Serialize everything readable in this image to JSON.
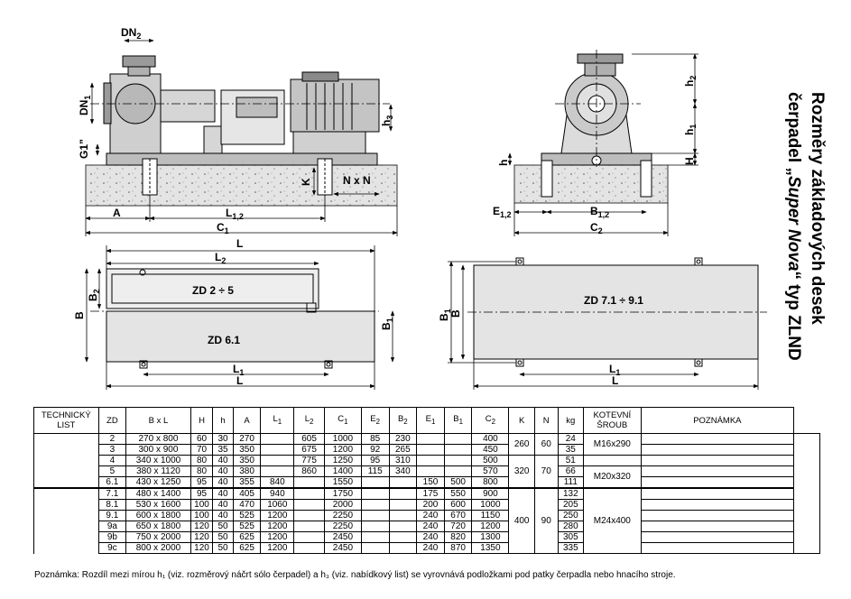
{
  "title": {
    "line1": "Rozměry základových desek",
    "line2_pre": "čerpadel „",
    "line2_italic": "Super Nova",
    "line2_post": "“ typ ZLND"
  },
  "drawing_labels": {
    "dn2": "DN",
    "dn2_sub": "2",
    "dn1": "DN",
    "dn1_sub": "1",
    "g1": "G1”",
    "h3": "h",
    "h3_sub": "3",
    "k": "K",
    "nxn": "N x N",
    "a": "A",
    "l12": "L",
    "l12_sub": "1,2",
    "c1": "C",
    "c1_sub": "1",
    "h2": "h",
    "h2_sub": "2",
    "h1": "h",
    "h1_sub": "1",
    "H": "H",
    "h": "h",
    "e12": "E",
    "e12_sub": "1,2",
    "b12": "B",
    "b12_sub": "1,2",
    "c2": "C",
    "c2_sub": "2",
    "L": "L",
    "L2": "L",
    "L2_sub": "2",
    "B2": "B",
    "B2_sub": "2",
    "B": "B",
    "B1": "B",
    "B1_sub": "1",
    "L1": "L",
    "L1_sub": "1",
    "zd25": "ZD 2 ÷ 5",
    "zd61": "ZD 6.1",
    "zd71": "ZD 7.1 ÷ 9.1"
  },
  "table": {
    "headers": {
      "technicky_list_1": "TECHNICKÝ",
      "technicky_list_2": "LIST",
      "zd": "ZD",
      "bxl": "B x L",
      "H": "H",
      "h": "h",
      "A": "A",
      "L1": "L",
      "L1_sub": "1",
      "L2": "L",
      "L2_sub": "2",
      "C1": "C",
      "C1_sub": "1",
      "E2": "E",
      "E2_sub": "2",
      "B2": "B",
      "B2_sub": "2",
      "E1": "E",
      "E1_sub": "1",
      "B1": "B",
      "B1_sub": "1",
      "C2": "C",
      "C2_sub": "2",
      "K": "K",
      "N": "N",
      "kg": "kg",
      "kotevni_1": "KOTEVNÍ",
      "kotevni_2": "ŠROUB",
      "poznamka": "POZNÁMKA"
    },
    "rows": [
      {
        "zd": "2",
        "bxl": "270 x 800",
        "H": "60",
        "h": "30",
        "A": "270",
        "L1": "",
        "L2": "605",
        "C1": "1000",
        "E2": "85",
        "B2": "230",
        "E1": "",
        "B1": "",
        "C2": "400",
        "kg": "24"
      },
      {
        "zd": "3",
        "bxl": "300 x 900",
        "H": "70",
        "h": "35",
        "A": "350",
        "L1": "",
        "L2": "675",
        "C1": "1200",
        "E2": "92",
        "B2": "265",
        "E1": "",
        "B1": "",
        "C2": "450",
        "kg": "35"
      },
      {
        "zd": "4",
        "bxl": "340 x 1000",
        "H": "80",
        "h": "40",
        "A": "350",
        "L1": "",
        "L2": "775",
        "C1": "1250",
        "E2": "95",
        "B2": "310",
        "E1": "",
        "B1": "",
        "C2": "500",
        "kg": "51"
      },
      {
        "zd": "5",
        "bxl": "380 x 1120",
        "H": "80",
        "h": "40",
        "A": "380",
        "L1": "",
        "L2": "860",
        "C1": "1400",
        "E2": "115",
        "B2": "340",
        "E1": "",
        "B1": "",
        "C2": "570",
        "kg": "66"
      },
      {
        "zd": "6.1",
        "bxl": "430 x 1250",
        "H": "95",
        "h": "40",
        "A": "355",
        "L1": "840",
        "L2": "",
        "C1": "1550",
        "E2": "",
        "B2": "",
        "E1": "150",
        "B1": "500",
        "C2": "800",
        "kg": "111"
      },
      {
        "zd": "7.1",
        "bxl": "480 x 1400",
        "H": "95",
        "h": "40",
        "A": "405",
        "L1": "940",
        "L2": "",
        "C1": "1750",
        "E2": "",
        "B2": "",
        "E1": "175",
        "B1": "550",
        "C2": "900",
        "kg": "132"
      },
      {
        "zd": "8.1",
        "bxl": "530 x 1600",
        "H": "100",
        "h": "40",
        "A": "470",
        "L1": "1060",
        "L2": "",
        "C1": "2000",
        "E2": "",
        "B2": "",
        "E1": "200",
        "B1": "600",
        "C2": "1000",
        "kg": "205"
      },
      {
        "zd": "9.1",
        "bxl": "600 x 1800",
        "H": "100",
        "h": "40",
        "A": "525",
        "L1": "1200",
        "L2": "",
        "C1": "2250",
        "E2": "",
        "B2": "",
        "E1": "240",
        "B1": "670",
        "C2": "1150",
        "kg": "250"
      },
      {
        "zd": "9a",
        "bxl": "650 x 1800",
        "H": "120",
        "h": "50",
        "A": "525",
        "L1": "1200",
        "L2": "",
        "C1": "2250",
        "E2": "",
        "B2": "",
        "E1": "240",
        "B1": "720",
        "C2": "1200",
        "kg": "280"
      },
      {
        "zd": "9b",
        "bxl": "750 x 2000",
        "H": "120",
        "h": "50",
        "A": "625",
        "L1": "1200",
        "L2": "",
        "C1": "2450",
        "E2": "",
        "B2": "",
        "E1": "240",
        "B1": "820",
        "C2": "1300",
        "kg": "305"
      },
      {
        "zd": "9c",
        "bxl": "800 x 2000",
        "H": "120",
        "h": "50",
        "A": "625",
        "L1": "1200",
        "L2": "",
        "C1": "2450",
        "E2": "",
        "B2": "",
        "E1": "240",
        "B1": "870",
        "C2": "1350",
        "kg": "335"
      }
    ],
    "groups": {
      "k1": "260",
      "n1": "60",
      "sroub1": "M16x290",
      "k2": "320",
      "n2": "70",
      "sroub2": "M20x320",
      "k3": "400",
      "n3": "90",
      "sroub3": "M24x400"
    }
  },
  "note": "Poznámka: Rozdíl mezi mírou h₁ (viz. rozměrový náčrt sólo čerpadel) a h₃ (viz. nabídkový list) se vyrovnává podložkami pod patky čerpadla nebo hnacího stroje."
}
